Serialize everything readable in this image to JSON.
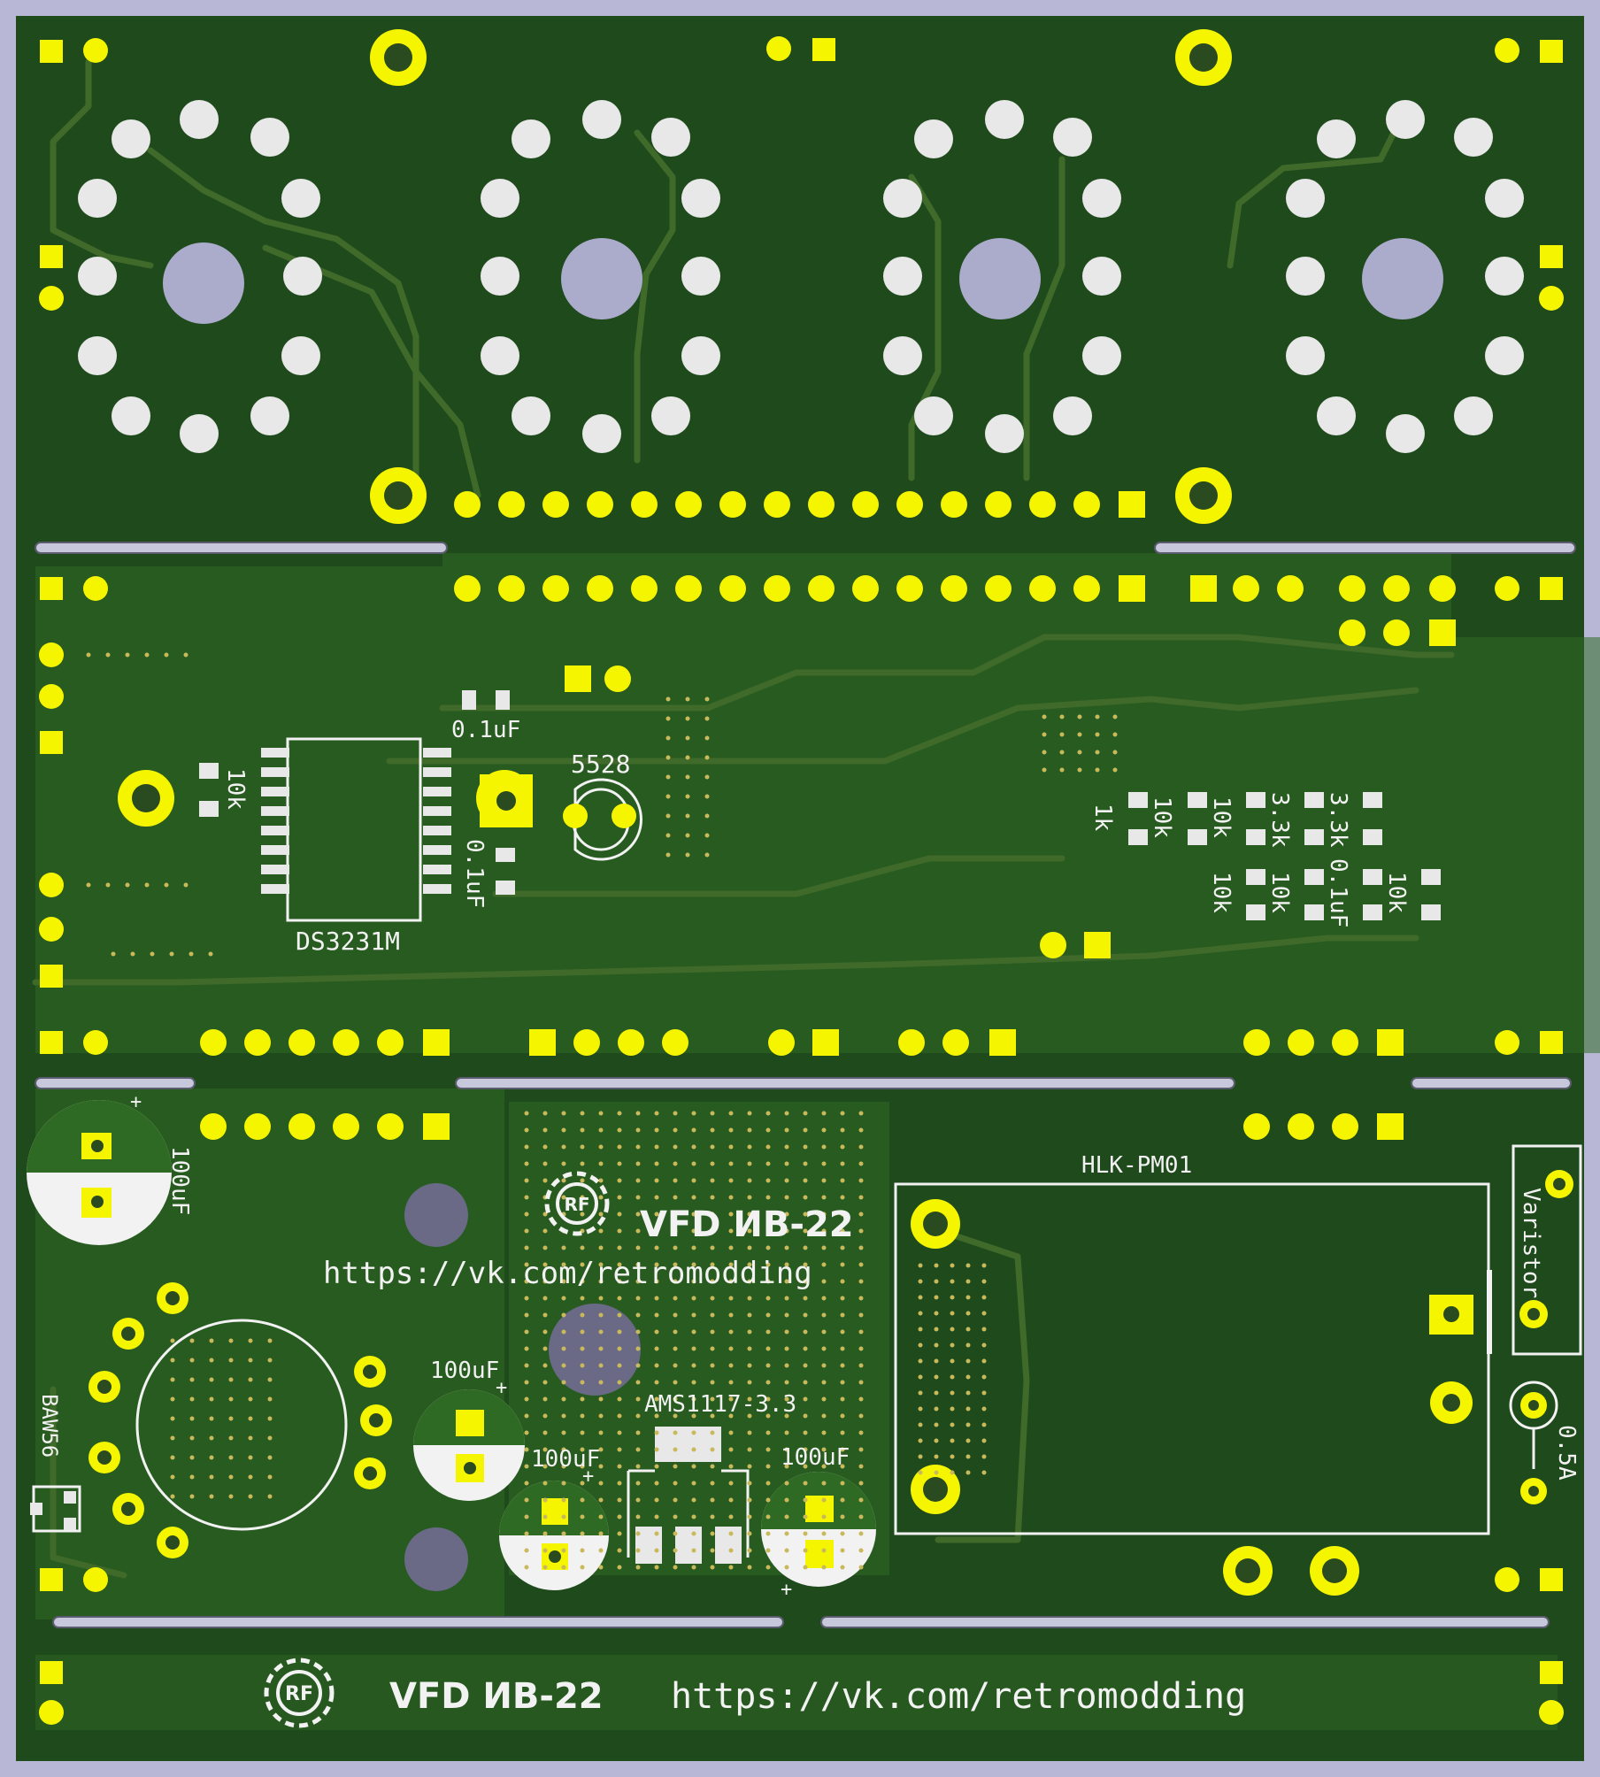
{
  "board": {
    "background": "#b8b8d6",
    "board_color": "#1f4a1c",
    "copper_color": "#2f6a24",
    "pad_color": "#f5f500",
    "silk_color": "#f2f2f2"
  },
  "labels": {
    "cap_0_1uF_a": "0.1uF",
    "cap_0_1uF_b": "0.1uF",
    "cap_0_1uF_c": "0.1uF",
    "res_10k_left": "10k",
    "crystal": "5528",
    "rtc_chip": "DS3231M",
    "res_1k": "1k",
    "res_10k_1": "10k",
    "res_10k_2": "10k",
    "res_3_3k_1": "3.3k",
    "res_3_3k_2": "3.3k",
    "res_10k_3": "10k",
    "res_10k_4": "10k",
    "res_10k_5": "10k",
    "psu_module": "HLK-PM01",
    "varistor": "Varistor",
    "fuse": "0.5A",
    "cap_100uF_left": "100uF",
    "cap_100uF_mid": "100uF",
    "cap_100uF_low": "100uF",
    "cap_100uF_right": "100uF",
    "regulator": "AMS1117-3.3",
    "diode": "BAW56",
    "plus": "+"
  },
  "branding": {
    "logo_text": "RF",
    "title": "VFD ИВ-22",
    "url": "https://vk.com/retromodding",
    "bottom_title": "VFD ИВ-22",
    "bottom_url": "https://vk.com/retromodding"
  }
}
